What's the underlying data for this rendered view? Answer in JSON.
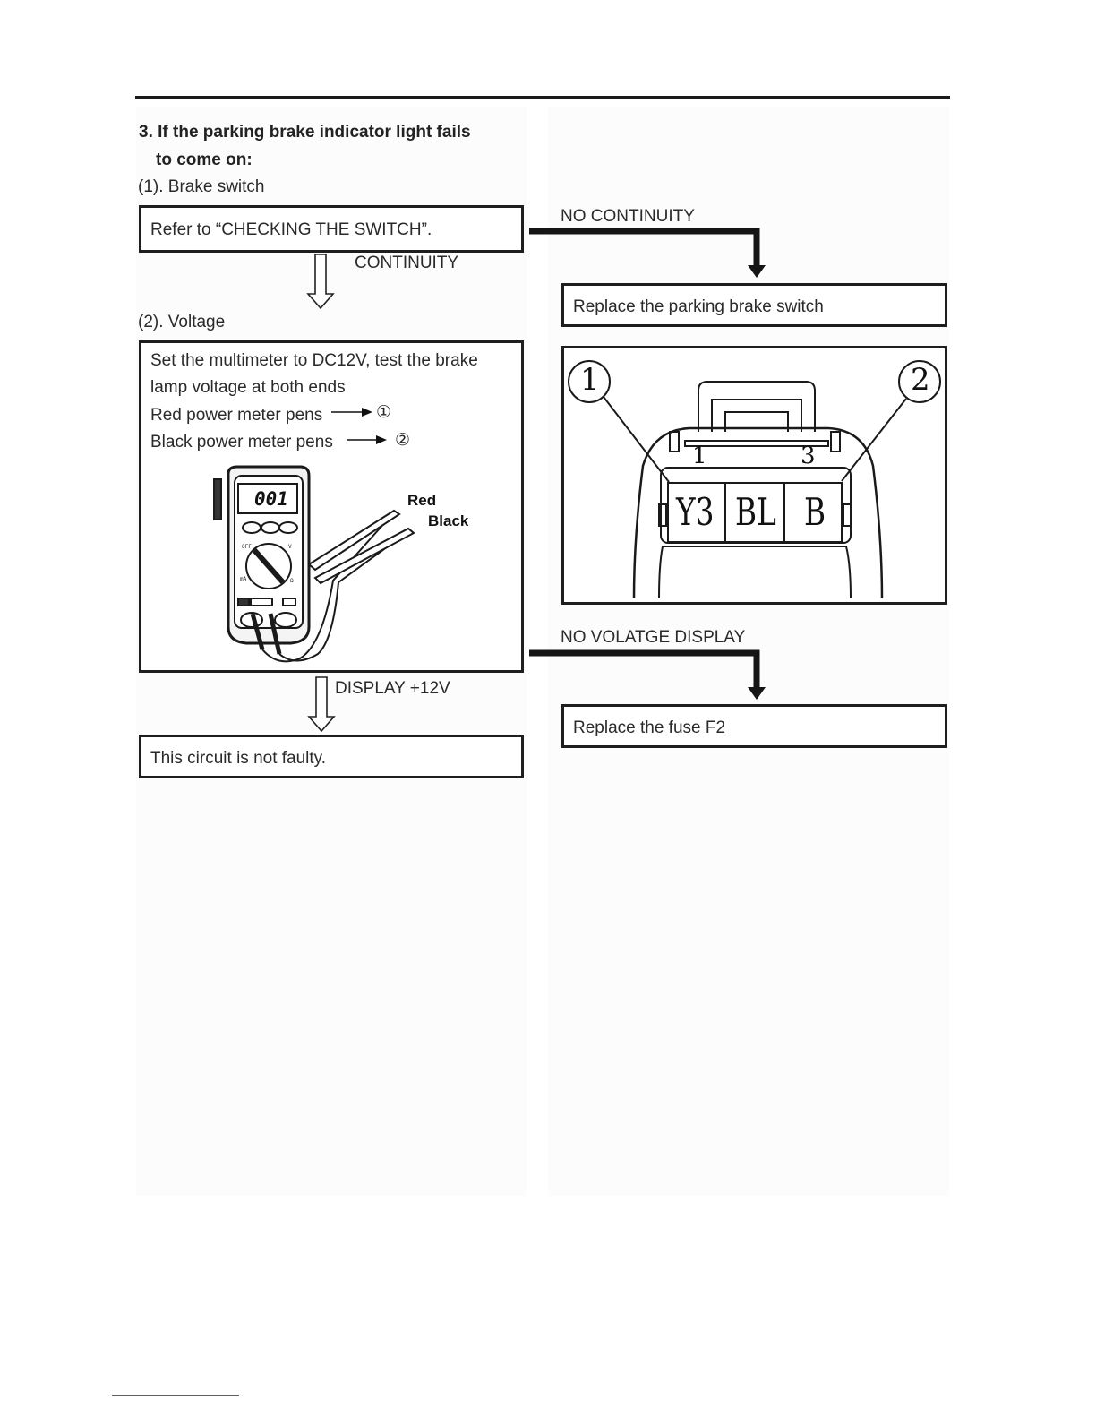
{
  "section": {
    "title_line1": "3. If the parking brake indicator light fails",
    "title_line2": "to come on:"
  },
  "step1": {
    "label": "(1). Brake switch",
    "box_text": "Refer to “CHECKING THE SWITCH”.",
    "yes_label": "CONTINUITY",
    "no_label": "NO CONTINUITY",
    "no_result": "Replace the parking brake switch"
  },
  "step2": {
    "label": "(2). Voltage",
    "box_lines": [
      "Set the multimeter to DC12V, test the brake",
      "lamp voltage at both ends",
      "Red power meter pens",
      "Black power meter pens"
    ],
    "red_target": "①",
    "black_target": "②",
    "multimeter": {
      "display": "001",
      "lead_red": "Red",
      "lead_black": "Black"
    },
    "yes_label": "DISPLAY +12V",
    "yes_result": "This circuit is not faulty.",
    "no_label": "NO VOLATGE DISPLAY",
    "no_result": "Replace the fuse F2"
  },
  "connector": {
    "callout_1": "1",
    "callout_2": "2",
    "pin_1": "1",
    "pin_3": "3",
    "wires": [
      "Y3",
      "BL",
      "B"
    ]
  }
}
